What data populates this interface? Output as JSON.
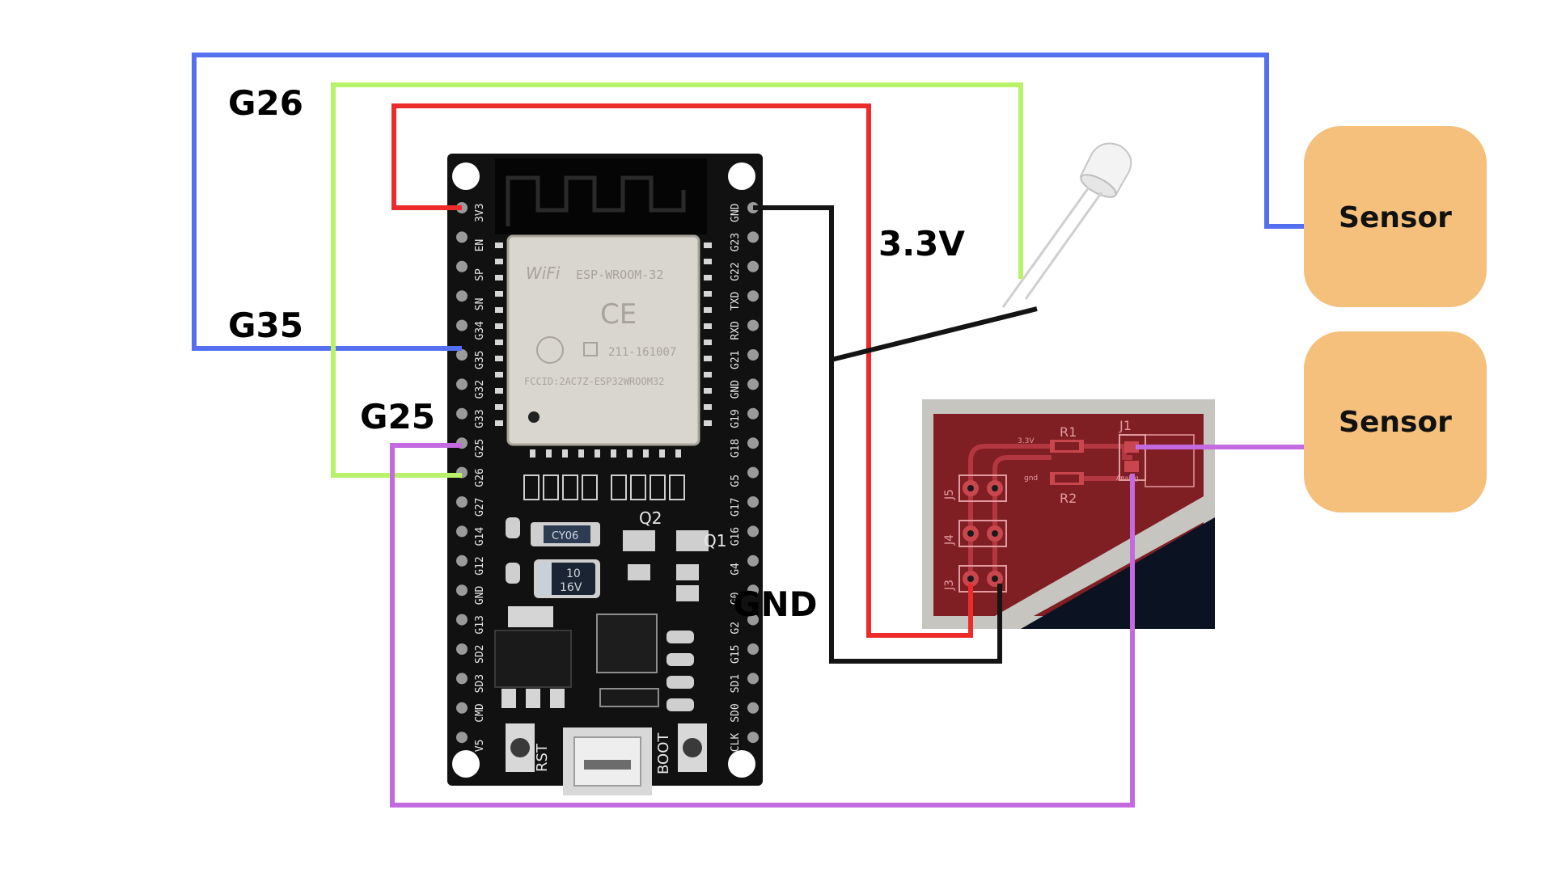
{
  "labels": {
    "g26": "G26",
    "g35": "G35",
    "g25": "G25",
    "v33": "3.3V",
    "gnd": "GND"
  },
  "sensors": {
    "top": "Sensor",
    "bottom": "Sensor"
  },
  "board": {
    "module_name": "ESP-WROOM-32",
    "ce_mark": "CE",
    "cert_id": "211-161007",
    "fcc": "FCCID:2AC7Z-ESP32WROOM32",
    "wifi": "WiFi",
    "left_pins": [
      "3V3",
      "EN",
      "SP",
      "SN",
      "G34",
      "G35",
      "G32",
      "G33",
      "G25",
      "G26",
      "G27",
      "G14",
      "G12",
      "GND",
      "G13",
      "SD2",
      "SD3",
      "CMD",
      "V5"
    ],
    "right_pins": [
      "GND",
      "G23",
      "G22",
      "TXD",
      "RXD",
      "G21",
      "GND",
      "G19",
      "G18",
      "G5",
      "G17",
      "G16",
      "G4",
      "G0",
      "G2",
      "G15",
      "SD1",
      "SD0",
      "CLK"
    ],
    "rst": "RST",
    "boot": "BOOT",
    "cap_code": "CY06",
    "cap_value": "10",
    "cap_voltage": "16V",
    "q1": "Q1",
    "q2": "Q2"
  },
  "pcb": {
    "r1": "R1",
    "r2": "R2",
    "j1": "J1",
    "j3": "J3",
    "j4": "J4",
    "j5": "J5",
    "net_33": "3.3V",
    "net_gnd": "gnd",
    "net_analog": "Analog"
  },
  "colors": {
    "blue_wire": "#5470f0",
    "green_wire": "#b8f26a",
    "red_wire": "#ee2b2b",
    "black_wire": "#141414",
    "purple_wire": "#c46ae0",
    "sensor_fill": "#f4c07c",
    "pcb_red": "#7f1f23",
    "pcb_dark": "#0b1323"
  }
}
